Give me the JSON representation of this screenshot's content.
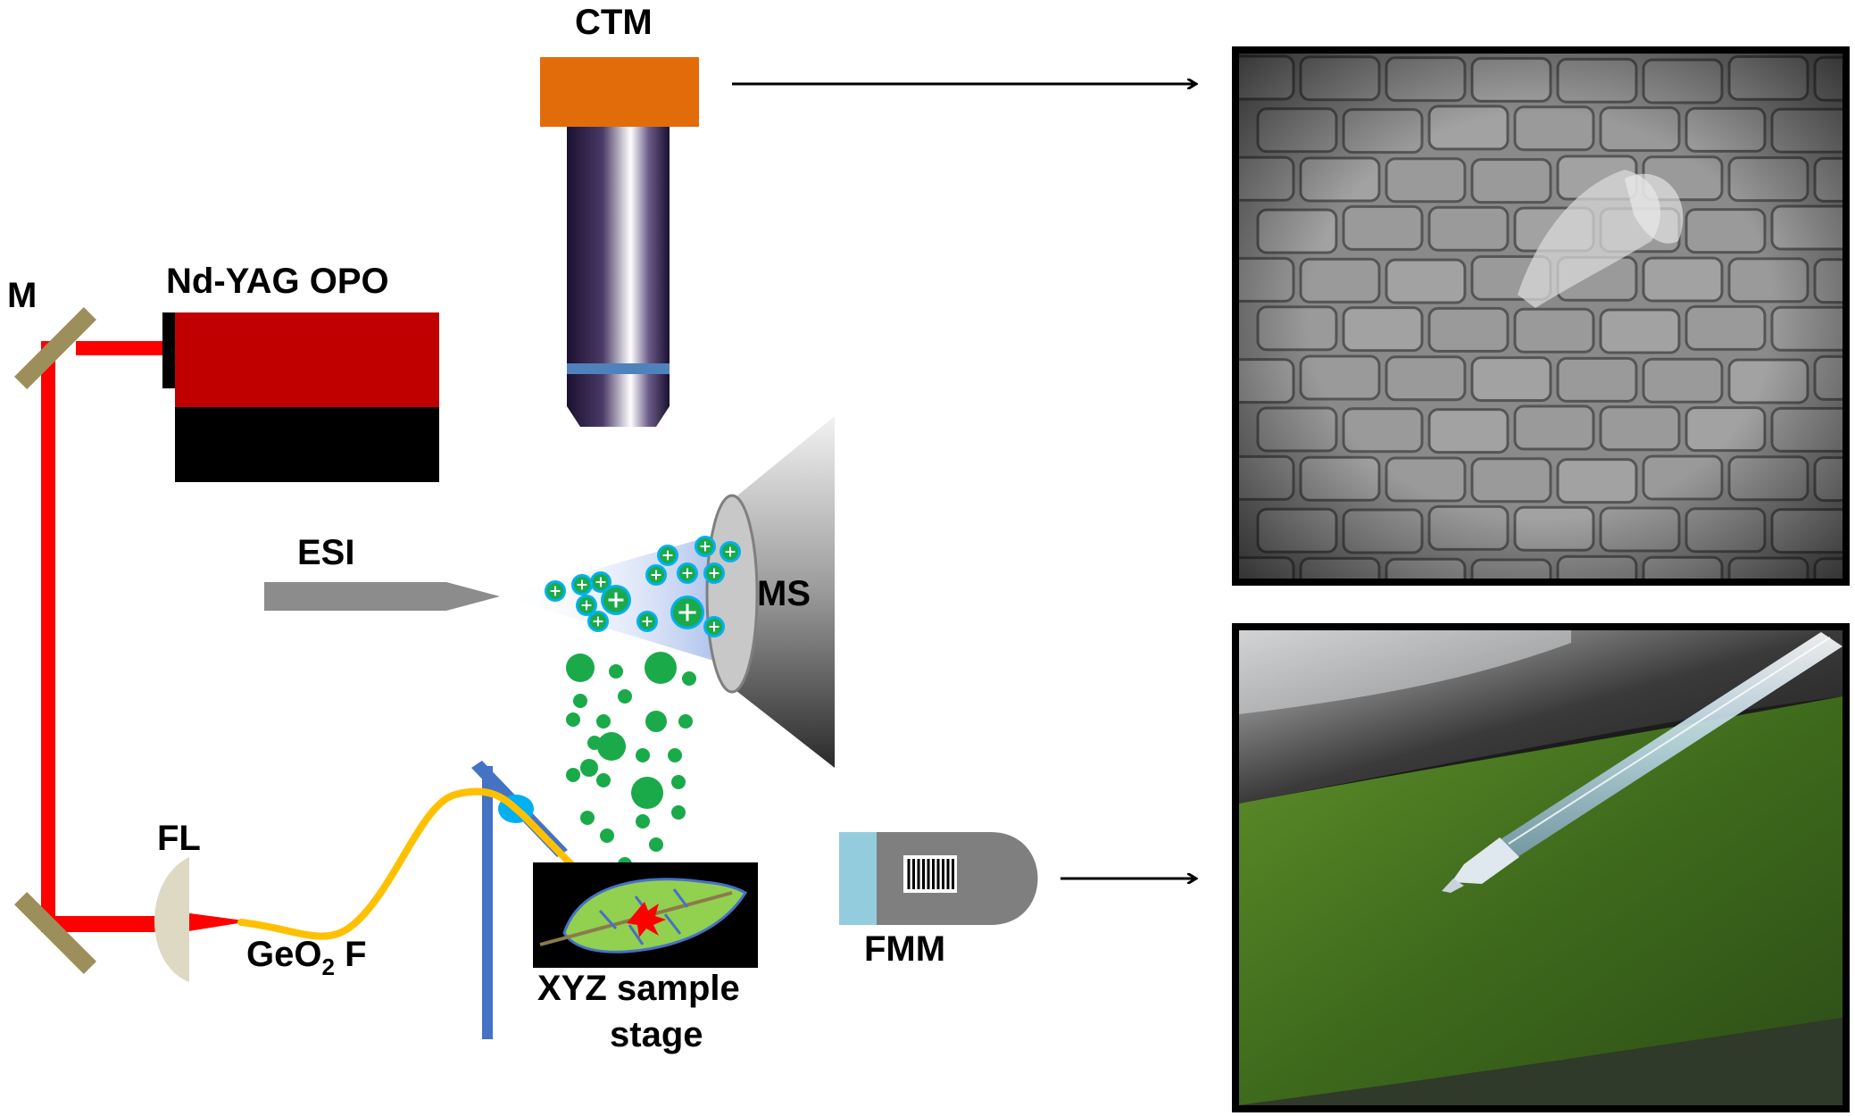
{
  "labels": {
    "ctm": "CTM",
    "laser": "Nd-YAG OPO",
    "mirror": "M",
    "esi": "ESI",
    "ms": "MS",
    "fl": "FL",
    "fiber_prefix": "GeO",
    "fiber_sub": "2",
    "fiber_suffix": " F",
    "stage_line1": "XYZ sample",
    "stage_line2": "stage",
    "fmm": "FMM"
  },
  "colors": {
    "laser_beam": "#ff0000",
    "laser_body": "#c00000",
    "ctm_cap": "#e36c0a",
    "mirror": "#9d8f5b",
    "fiber": "#ffc000",
    "droplet": "#1aaa4a",
    "ion_ring": "#00b0f0",
    "stage_blue": "#4472c4",
    "fmm_cap": "#93cddd",
    "leaf": "#92d050"
  },
  "icons": {
    "leaf": "leaf-icon",
    "ion": "positive-ion-icon"
  }
}
